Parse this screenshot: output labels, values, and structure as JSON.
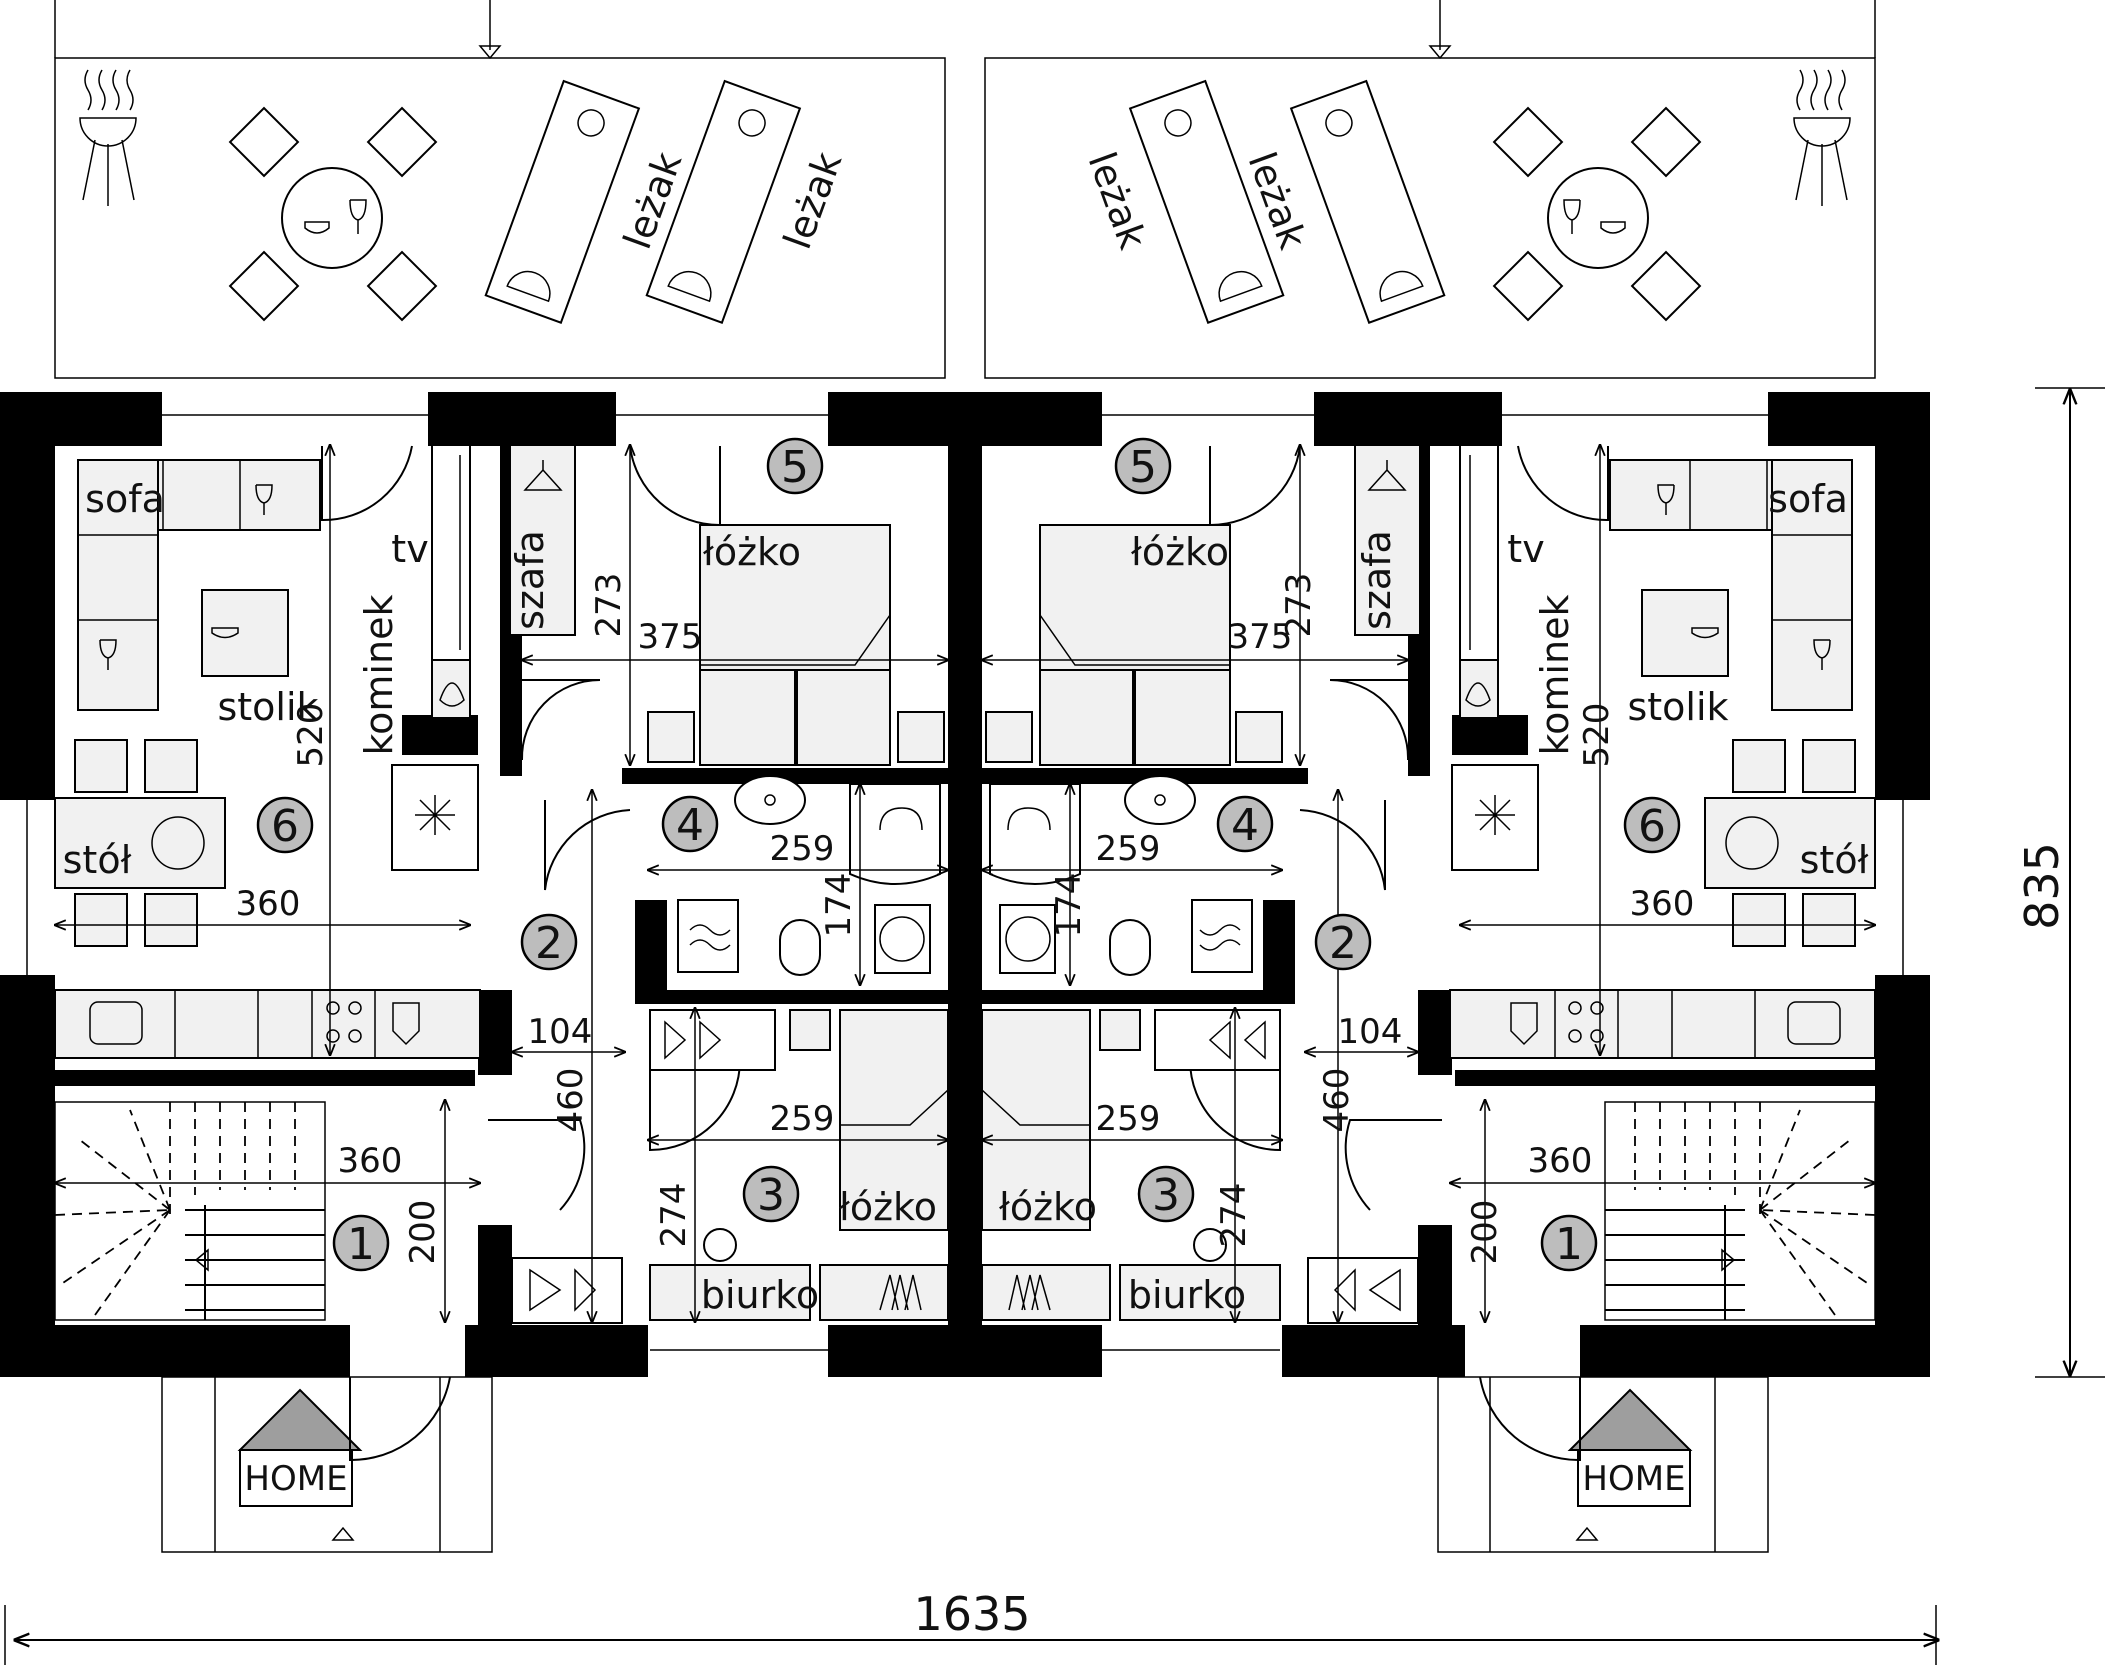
{
  "plan": {
    "total_width_dim": "1635",
    "total_depth_dim": "835",
    "home_label": "HOME",
    "furniture": {
      "sofa": "sofa",
      "tv": "tv",
      "kominek": "kominek",
      "stolik": "stolik",
      "stol": "stół",
      "szafa": "szafa",
      "lozko": "łóżko",
      "biurko": "biurko",
      "lezak": "leżak"
    },
    "room_numbers": [
      "1",
      "2",
      "3",
      "4",
      "5",
      "6"
    ],
    "dims": {
      "living_width": "360",
      "living_depth": "520",
      "hall_width": "104",
      "hall_depth": "460",
      "stair_width": "360",
      "stair_depth": "200",
      "bedroom5_width": "375",
      "bedroom5_depth": "273",
      "bath_width": "259",
      "bath_depth": "174",
      "bedroom3_width": "259",
      "bedroom3_depth": "274"
    }
  }
}
